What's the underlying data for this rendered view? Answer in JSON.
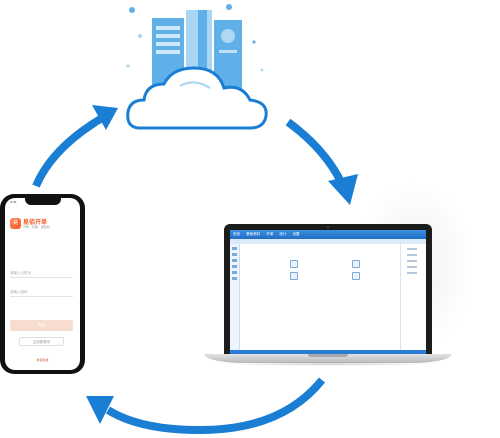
{
  "colors": {
    "arrow": "#1a7fd4",
    "server_light": "#a9d6f5",
    "server_mid": "#5fb0e8",
    "cloud_stroke": "#1a7fd4",
    "phone_accent": "#f15a24",
    "app_blue": "#2a7bd4"
  },
  "phone": {
    "status": "9:41",
    "logo_glyph": "易",
    "app_title": "易佰开单",
    "app_subtitle": "开单 · 管理 · 更轻松",
    "field_account": "请输入手机号",
    "field_password": "请输入密码",
    "login_button": "登录",
    "register_button": "注册新账号",
    "footer": "易佰科技"
  },
  "laptop": {
    "menu": [
      "系统",
      "基础资料",
      "开单",
      "统计",
      "设置"
    ]
  },
  "icons": [
    "server-icon",
    "cloud-icon",
    "cycle-arrow-icon"
  ]
}
